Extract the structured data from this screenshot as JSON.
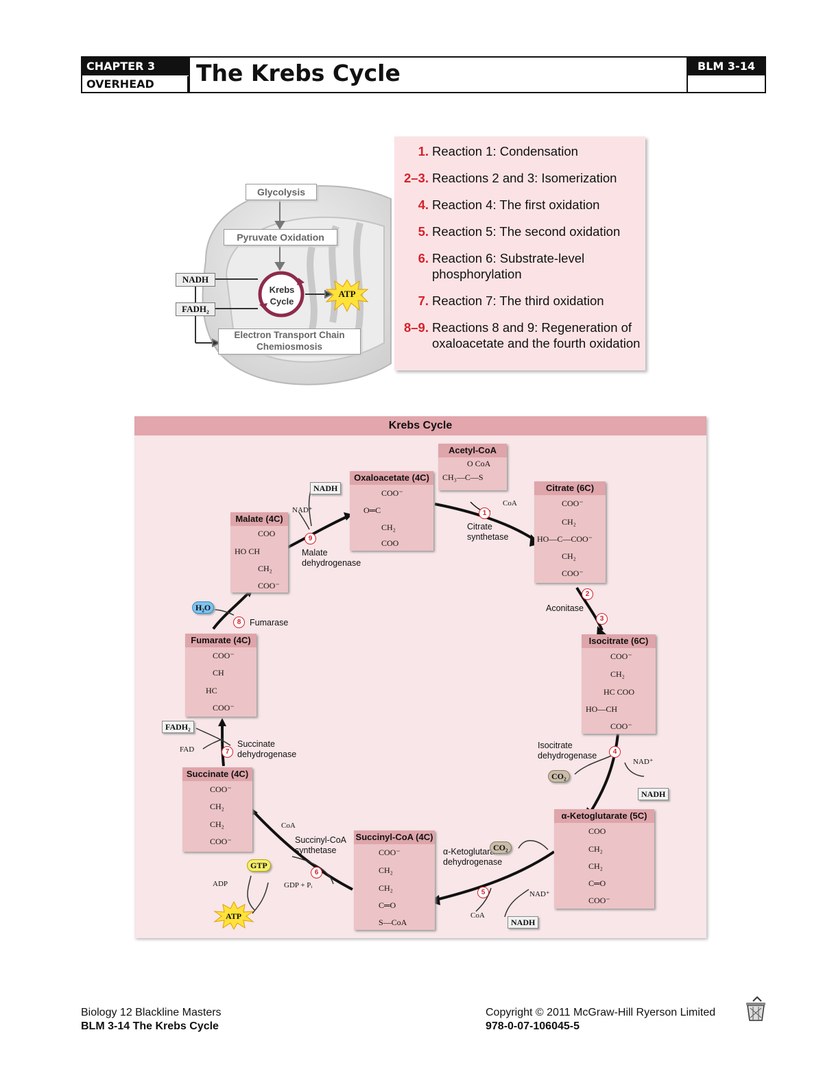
{
  "header": {
    "chapter": "CHAPTER 3",
    "type": "OVERHEAD",
    "title": "The Krebs Cycle",
    "blm": "BLM 3-14"
  },
  "overview": {
    "glycolysis": "Glycolysis",
    "pyruvate": "Pyruvate Oxidation",
    "nadh": "NADH",
    "fadh2": "FADH₂",
    "krebs_line1": "Krebs",
    "krebs_line2": "Cycle",
    "atp": "ATP",
    "etc_line1": "Electron Transport Chain",
    "etc_line2": "Chemiosmosis"
  },
  "reactions": [
    {
      "num": "1.",
      "text": "Reaction 1: Condensation"
    },
    {
      "num": "2–3.",
      "text": "Reactions 2 and 3: Isomerization"
    },
    {
      "num": "4.",
      "text": "Reaction 4: The first oxidation"
    },
    {
      "num": "5.",
      "text": "Reaction 5: The second oxidation"
    },
    {
      "num": "6.",
      "text": "Reaction 6: Substrate-level phosphorylation"
    },
    {
      "num": "7.",
      "text": "Reaction 7: The third oxidation"
    },
    {
      "num": "8–9.",
      "text": "Reactions 8 and 9: Regeneration of oxaloacetate and the fourth oxidation"
    }
  ],
  "cycle": {
    "title": "Krebs Cycle",
    "molecules": {
      "acetyl": {
        "name": "Acetyl-CoA",
        "lines": [
          "O  CoA",
          "CH₃—C—S"
        ]
      },
      "oxalo": {
        "name": "Oxaloacetate (4C)",
        "lines": [
          "COO⁻",
          "O═C",
          "CH₂",
          "COO"
        ]
      },
      "citrate": {
        "name": "Citrate (6C)",
        "lines": [
          "COO⁻",
          "CH₂",
          "HO—C—COO⁻",
          "CH₂",
          "COO⁻"
        ]
      },
      "isocitrate": {
        "name": "Isocitrate (6C)",
        "lines": [
          "COO⁻",
          "CH₂",
          "HC   COO",
          "HO—CH",
          "COO⁻"
        ]
      },
      "ketoglut": {
        "name": "α-Ketoglutarate (5C)",
        "lines": [
          "COO",
          "CH₂",
          "CH₂",
          "C═O",
          "COO⁻"
        ]
      },
      "succoa": {
        "name": "Succinyl-CoA (4C)",
        "lines": [
          "COO⁻",
          "CH₂",
          "CH₂",
          "C═O",
          "S—CoA"
        ]
      },
      "succinate": {
        "name": "Succinate (4C)",
        "lines": [
          "COO⁻",
          "CH₂",
          "CH₂",
          "COO⁻"
        ]
      },
      "fumarate": {
        "name": "Fumarate (4C)",
        "lines": [
          "COO⁻",
          "CH",
          "HC",
          "COO⁻"
        ]
      },
      "malate": {
        "name": "Malate (4C)",
        "lines": [
          "COO",
          "HO   CH",
          "CH₂",
          "COO⁻"
        ]
      }
    },
    "enzymes": {
      "e1": "Citrate\nsynthetase",
      "e23": "Aconitase",
      "e4": "Isocitrate\ndehydrogenase",
      "e5": "α-Ketoglutarate\ndehydrogenase",
      "e6": "Succinyl-CoA\nsynthetase",
      "e7": "Succinate\ndehydrogenase",
      "e8": "Fumarase",
      "e9": "Malate\ndehydrogenase"
    },
    "cofactors": {
      "coa1": "CoA",
      "nad4": "NAD⁺",
      "co2_4": "CO₂",
      "nadh4": "NADH",
      "co2_5": "CO₂",
      "nad5": "NAD⁺",
      "coa5": "CoA",
      "nadh5": "NADH",
      "coa6": "CoA",
      "gtp": "GTP",
      "gdp": "GDP + Pᵢ",
      "adp": "ADP",
      "atp": "ATP",
      "fadh2": "FADH₂",
      "fad": "FAD",
      "h2o": "H₂O",
      "nad9": "NAD⁺",
      "nadh9": "NADH"
    },
    "steps": [
      "1",
      "2",
      "3",
      "4",
      "5",
      "6",
      "7",
      "8",
      "9"
    ]
  },
  "footer": {
    "left1": "Biology 12 Blackline Masters",
    "left2": "BLM 3-14 The Krebs Cycle",
    "right1": "Copyright © 2011 McGraw-Hill Ryerson Limited",
    "right2": "978-0-07-106045-5"
  }
}
